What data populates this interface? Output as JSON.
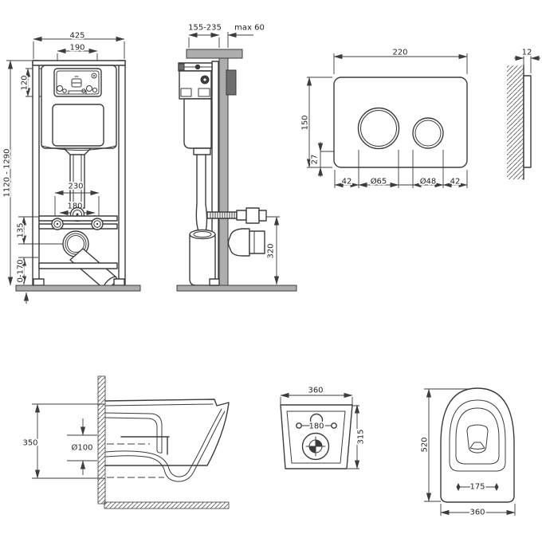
{
  "drawing": {
    "frame_front": {
      "width": "425",
      "panel_width": "190",
      "panel_height": "120",
      "install_height": "1120 - 1290",
      "pipe_span": "230",
      "bolt_span": "180",
      "outlet_offset": "135",
      "foot_range": "0-170"
    },
    "frame_side": {
      "depth_range": "155-235",
      "max_offset": "max 60",
      "outlet_height": "320"
    },
    "flush_plate": {
      "width": "220",
      "height": "150",
      "bottom_gap": "27",
      "margin_left": "42",
      "big_button": "Ø65",
      "small_button": "Ø48",
      "margin_right": "42",
      "thickness": "12"
    },
    "bowl_side": {
      "height": "350",
      "outlet_diameter": "Ø100"
    },
    "bowl_back": {
      "width": "360",
      "height": "315",
      "hole_spacing": "180"
    },
    "bowl_top": {
      "length": "520",
      "hinge_spacing": "175",
      "width": "360"
    },
    "colors": {
      "line": "#3c3c3c",
      "surface_gray": "#adadad",
      "plate_box_dark": "#6e6e6e"
    }
  }
}
